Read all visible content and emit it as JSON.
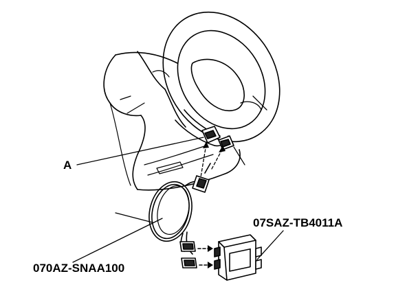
{
  "labels": {
    "a": "A",
    "tool": "07SAZ-TB4011A",
    "cable": "070AZ-SNAA100"
  },
  "colors": {
    "line": "#000000",
    "background": "#ffffff",
    "hatch": "#222222"
  }
}
